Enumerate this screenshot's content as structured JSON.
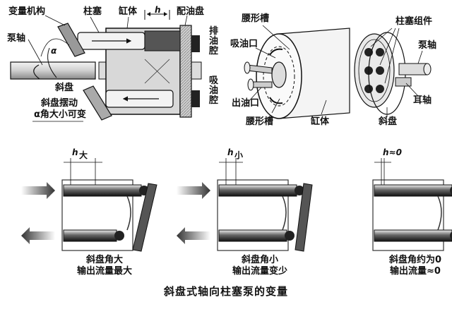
{
  "top_left": {
    "labels": {
      "variable_mechanism": "变量机构",
      "plunger": "柱塞",
      "cylinder": "缸体",
      "h": "h",
      "valve_plate": "配油盘",
      "pump_shaft": "泵轴",
      "alpha": "α",
      "discharge": "排\n油\n腔",
      "suction": "吸\n油\n腔",
      "swash_plate": "斜盘",
      "swing_note_1": "斜盘摆动",
      "swing_note_2": "α角大小可变"
    }
  },
  "top_right": {
    "labels": {
      "kidney_slot_top": "腰形槽",
      "plunger_assembly": "柱塞组件",
      "inlet": "吸油口",
      "pump_shaft": "泵轴",
      "outlet": "出油口",
      "trunnion": "耳轴",
      "kidney_slot_bottom": "腰形槽",
      "cylinder": "缸体",
      "swash_plate": "斜盘"
    }
  },
  "panels": [
    {
      "h_label": "h",
      "h_sub": "大",
      "caption_1": "斜盘角大",
      "caption_2": "输出流量最大"
    },
    {
      "h_label": "h",
      "h_sub": "小",
      "caption_1": "斜盘角小",
      "caption_2": "输出流量变少"
    },
    {
      "h_label": "h≈0",
      "h_sub": "",
      "caption_1": "斜盘角约为0",
      "caption_2": "输出流量≈0"
    }
  ],
  "footer": {
    "title": "斜盘式轴向柱塞泵的变量"
  }
}
